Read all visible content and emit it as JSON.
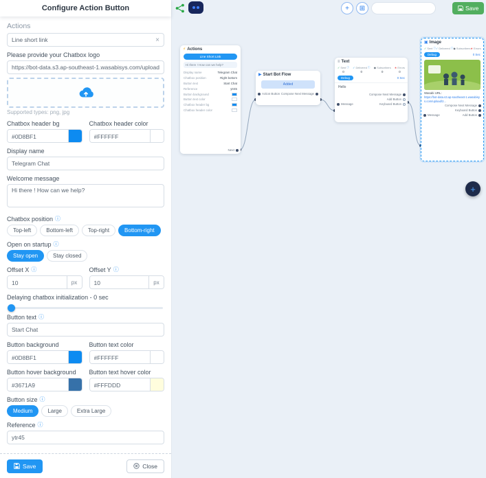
{
  "colors": {
    "accent": "#2196F3",
    "toolbar_save_green": "#52AE5F",
    "canvas_bg": "#EAF0F7",
    "swatch_header_bg": "#0D8BF1",
    "swatch_header_color": "#FFFFFF",
    "swatch_button_bg": "#0D8BF1",
    "swatch_button_color": "#FFFFFF",
    "swatch_hover_bg": "#3671A9",
    "swatch_hover_color": "#FFFDDD"
  },
  "icons": {
    "info": "ⓘ",
    "clear": "×",
    "bolt": "⚡",
    "play": "▶",
    "menu": "≡",
    "image": "▣",
    "plus": "+",
    "grid": "⊞",
    "check": "✓",
    "users": "◉",
    "star": "★",
    "fab_plus": "+"
  },
  "panel": {
    "title": "Configure Action Button",
    "actions_label": "Actions",
    "action_select_value": "Line short link",
    "logo_label": "Please provide your Chatbox logo",
    "logo_url": "https://bot-data.s3.ap-southeast-1.wasabisys.com/upload/2023/10/flowbuilde",
    "supported_types": "Supported types: png, jpg",
    "header_bg_label": "Chatbox header bg",
    "header_bg_value": "#0D8BF1",
    "header_color_label": "Chatbox header color",
    "header_color_value": "#FFFFFF",
    "display_name_label": "Display name",
    "display_name_value": "Telegram Chat",
    "welcome_label": "Welcome message",
    "welcome_value": "Hi there ! How can we help?",
    "position_label": "Chatbox position",
    "position_options": [
      "Top-left",
      "Bottom-left",
      "Top-right",
      "Bottom-right"
    ],
    "position_selected": "Bottom-right",
    "startup_label": "Open on startup",
    "startup_options": [
      "Stay open",
      "Stay closed"
    ],
    "startup_selected": "Stay open",
    "offset_x_label": "Offset X",
    "offset_x_value": "10",
    "offset_y_label": "Offset Y",
    "offset_y_value": "10",
    "px_suffix": "px",
    "delay_label": "Delaying chatbox initialization  -  0 sec",
    "button_text_label": "Button text",
    "button_text_value": "Start Chat",
    "button_bg_label": "Button background",
    "button_bg_value": "#0D8BF1",
    "button_color_label": "Button text color",
    "button_color_value": "#FFFFFF",
    "hover_bg_label": "Button hover background",
    "hover_bg_value": "#3671A9",
    "hover_color_label": "Button text hover color",
    "hover_color_value": "#FFFDDD",
    "size_label": "Button size",
    "size_options": [
      "Medium",
      "Large",
      "Extra Large"
    ],
    "size_selected": "Medium",
    "save_label": "Save",
    "close_label": "Close"
  },
  "toolbar": {
    "flow_name_value": "",
    "save_label": "Save"
  },
  "canvas": {
    "nodes": {
      "actions": {
        "title": "Actions",
        "action_button": "Line Short Link",
        "welcome": "Hi there ! How can we help?",
        "rows": [
          {
            "label": "Display name",
            "value": "Telegram Chat"
          },
          {
            "label": "Chatbox position",
            "value": "Right bottom"
          },
          {
            "label": "Button text",
            "value": "Start Chat"
          },
          {
            "label": "Reference",
            "value": "ytr45"
          },
          {
            "label": "Button background",
            "value": "#0D8BF1"
          },
          {
            "label": "Button text color",
            "value": "#FFFFFF"
          },
          {
            "label": "Chatbox header bg",
            "value": "#0D8BF1"
          },
          {
            "label": "Chatbox header color",
            "value": "#FFFFFF"
          }
        ],
        "next_label": "Next"
      },
      "start": {
        "title": "Start Bot Flow",
        "status": "Added",
        "input_label": "Action Button",
        "output_label": "Compose Next Message"
      },
      "text": {
        "title": "Text",
        "stats": [
          {
            "label": "Sent",
            "value": "0"
          },
          {
            "label": "Delivered",
            "value": "0"
          },
          {
            "label": "Subscribers",
            "value": "0"
          },
          {
            "label": "Errors",
            "value": "0"
          }
        ],
        "debug_label": "Debug",
        "delay_label": "0 Sec",
        "content": "Hello",
        "input_label": "Message",
        "outputs": [
          "Compose Next Message",
          "Add Button",
          "Keyboard Button"
        ]
      },
      "image": {
        "title": "Image",
        "stats_labels": [
          "Sent",
          "Delivered",
          "Subscribers",
          "Errors"
        ],
        "debug_label": "Debug",
        "delay_label": "0 Sec",
        "wasabi_label": "Wasabi URL:",
        "wasabi_url": "https://bot-data.s3.ap-southeast-1.wasabisys.com/upload/2...",
        "input_label": "Message",
        "outputs": [
          "Compose Next Message",
          "Keyboard Button",
          "Add Button"
        ]
      }
    }
  },
  "reference_label": "Reference",
  "reference_value": "ytr45"
}
